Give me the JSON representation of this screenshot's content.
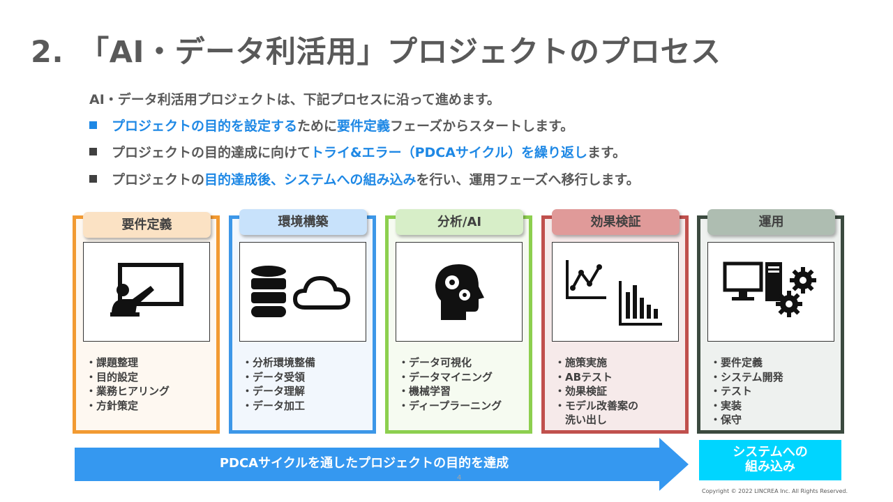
{
  "title": "2.　「AI・データ利活用」プロジェクトのプロセス",
  "intro": "AI・データ利活用プロジェクトは、下記プロセスに沿って進めます。",
  "bullets": [
    {
      "a": "プロジェクトの目的を設定する",
      "b": "ために",
      "c": "要件定義",
      "d": "フェーズからスタートします。"
    },
    {
      "a": "プロジェクトの目的達成に向けて",
      "b": "トライ&エラー（PDCAサイクル）を繰り返し",
      "c": "ます。"
    },
    {
      "a": "プロジェクトの",
      "b": "目的達成後、システムへの組み込み",
      "c": "を行い、運用フェーズへ移行します。"
    }
  ],
  "stages": [
    {
      "label": "要件定義",
      "icon": "presentation-icon",
      "items": [
        "課題整理",
        "目的設定",
        "業務ヒアリング",
        "方針策定"
      ]
    },
    {
      "label": "環境構築",
      "icon": "database-cloud-icon",
      "items": [
        "分析環境整備",
        "データ受領",
        "データ理解",
        "データ加工"
      ]
    },
    {
      "label": "分析/AI",
      "icon": "ai-head-gears-icon",
      "items": [
        "データ可視化",
        "データマイニング",
        "機械学習",
        "ディープラーニング"
      ]
    },
    {
      "label": "効果検証",
      "icon": "charts-icon",
      "items": [
        "施策実施",
        "ABテスト",
        "効果検証",
        "モデル改善案の",
        "洗い出し"
      ]
    },
    {
      "label": "運用",
      "icon": "computer-gears-icon",
      "items": [
        "要件定義",
        "システム開発",
        "テスト",
        "実装",
        "保守"
      ]
    }
  ],
  "arrow_label": "PDCAサイクルを通したプロジェクトの目的を達成",
  "system_box": [
    "システムへの",
    "組み込み"
  ],
  "page_number": "4",
  "copyright": "Copyright © 2022 LINCREA Inc. All Rights Reserved.",
  "colors": {
    "accent_blue": "#1e88e5",
    "stage_orange": "#f29a32",
    "stage_blue": "#3d97e8",
    "stage_green": "#8dcf4f",
    "stage_red": "#c0504d",
    "stage_dark": "#3b4a3f",
    "arrow": "#3598f0",
    "system_box": "#00d5ff"
  }
}
